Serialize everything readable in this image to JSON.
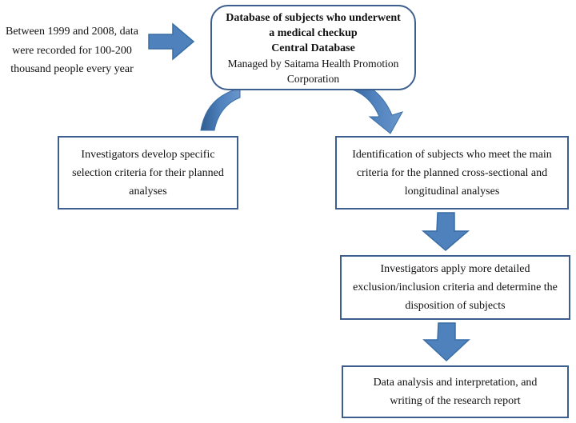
{
  "intro_text": [
    "Between 1999 and 2008, data",
    "were recorded for 100-200",
    "thousand people every year"
  ],
  "central_box": {
    "title_lines": [
      "Database of subjects who underwent",
      "a medical checkup"
    ],
    "subtitle": "Central Database",
    "managed_lines": [
      "Managed by Saitama Health Promotion",
      "Corporation"
    ]
  },
  "left_box": {
    "lines": [
      "Investigators develop specific",
      "selection criteria for their planned",
      "analyses"
    ]
  },
  "right_box": {
    "lines": [
      "Identification of subjects who meet the main",
      "criteria for the planned cross-sectional and",
      "longitudinal analyses"
    ]
  },
  "criteria_box": {
    "lines": [
      "Investigators apply more detailed",
      "exclusion/inclusion criteria and determine the",
      "disposition of subjects"
    ]
  },
  "final_box": {
    "lines": [
      "Data analysis and interpretation, and",
      "writing of the research report"
    ]
  },
  "colors": {
    "arrow_fill": "#4f81bd",
    "arrow_stroke": "#3a6ea5",
    "box_border": "#3d5f8f"
  }
}
